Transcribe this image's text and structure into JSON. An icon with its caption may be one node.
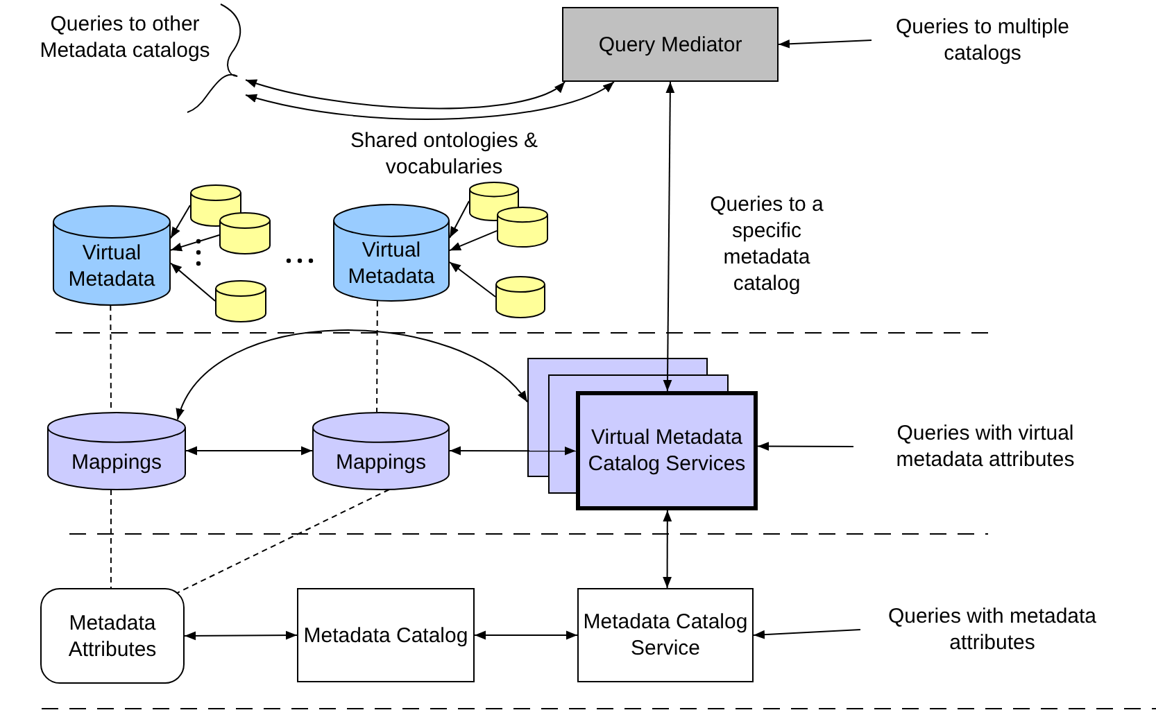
{
  "diagram": {
    "nodes": [
      {
        "text": [],
        "shape": "curve"
      },
      {
        "text": [
          "Query Mediator"
        ]
      },
      {
        "text": [
          "Queries to multiple catalogs"
        ]
      },
      {
        "text": [
          "Virtual Metadata"
        ]
      },
      {
        "text": [],
        "shape": "cylinder"
      },
      {
        "text": [],
        "shape": "cylinder"
      },
      {
        "text": [],
        "shape": "cylinder"
      },
      {
        "text": [
          "Virtual Metadata"
        ]
      },
      {
        "text": [],
        "shape": "cylinder"
      },
      {
        "text": [],
        "shape": "cylinder"
      },
      {
        "text": [],
        "shape": "cylinder"
      },
      {
        "text": [
          "Mappings"
        ]
      },
      {
        "text": [
          "Mappings"
        ]
      },
      {
        "text": [
          "Virtual Metadata Catalog Services"
        ]
      },
      {
        "text": [
          "Queries with virtual metadata attributes"
        ]
      },
      {
        "text": [
          "Metadata Attributes"
        ]
      },
      {
        "text": [
          "Metadata Catalog"
        ]
      },
      {
        "text": [
          "Metadata Catalog Service"
        ]
      },
      {
        "text": [
          "Queries with metadata attributes"
        ]
      }
    ],
    "edges": [
      {
        "from": 1,
        "to": 0,
        "arrow": "both"
      },
      {
        "from": 1,
        "to": 0,
        "arrow": "both"
      },
      {
        "from": 2,
        "to": 1,
        "arrow": "to"
      },
      {
        "from": 4,
        "to": 3,
        "arrow": "to"
      },
      {
        "from": 5,
        "to": 3,
        "arrow": "to"
      },
      {
        "from": 6,
        "to": 3,
        "arrow": "to"
      },
      {
        "from": 8,
        "to": 7,
        "arrow": "to"
      },
      {
        "from": 9,
        "to": 7,
        "arrow": "to"
      },
      {
        "from": 10,
        "to": 7,
        "arrow": "to"
      },
      {
        "from": 3,
        "to": 11,
        "arrow": "none",
        "style": "dashed"
      },
      {
        "from": 7,
        "to": 12,
        "arrow": "none",
        "style": "dashed"
      },
      {
        "from": 1,
        "to": 13,
        "arrow": "both",
        "label": "Queries to a specific metadata catalog"
      },
      {
        "from": 11,
        "to": 13,
        "arrow": "both"
      },
      {
        "from": 11,
        "to": 12,
        "arrow": "both"
      },
      {
        "from": 12,
        "to": 13,
        "arrow": "both"
      },
      {
        "from": 14,
        "to": 13,
        "arrow": "to"
      },
      {
        "from": 11,
        "to": 15,
        "arrow": "none",
        "style": "dashed"
      },
      {
        "from": 12,
        "to": 15,
        "arrow": "none",
        "style": "dashed"
      },
      {
        "from": 13,
        "to": 17,
        "arrow": "both"
      },
      {
        "from": 15,
        "to": 16,
        "arrow": "both"
      },
      {
        "from": 16,
        "to": 17,
        "arrow": "both"
      },
      {
        "from": 18,
        "to": 17,
        "arrow": "to"
      }
    ],
    "labels": [
      "Queries to other Metadata catalogs",
      "Shared ontologies & vocabularies"
    ]
  }
}
